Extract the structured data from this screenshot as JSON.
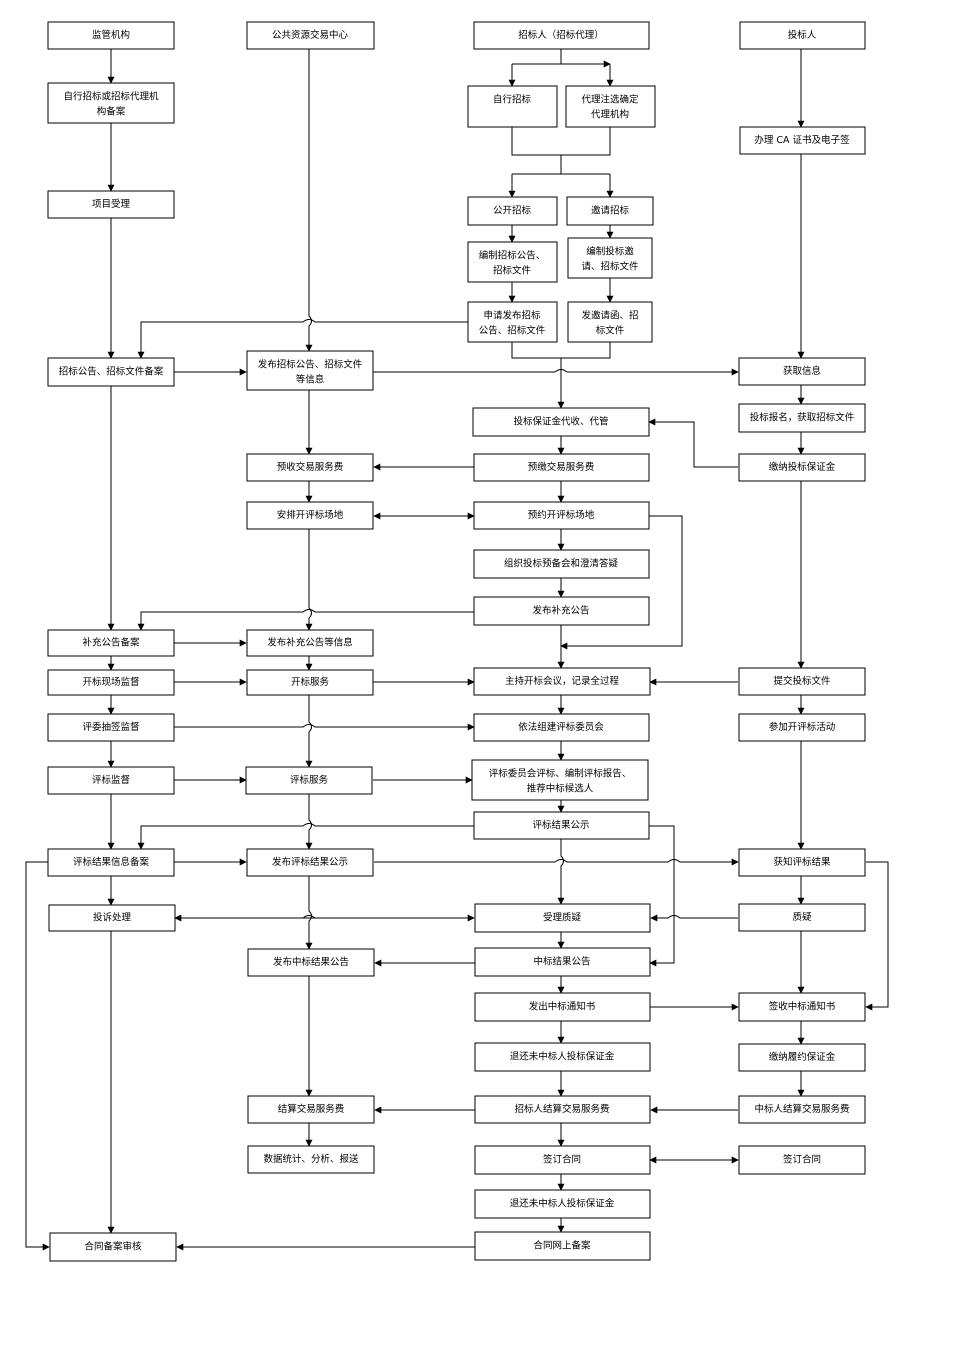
{
  "columns": {
    "supervisor": "监管机构",
    "trading_center": "公共资源交易中心",
    "tenderer": "招标人（招标代理）",
    "bidder": "投标人"
  },
  "supervisor": {
    "filing_line1": "自行招标或招标代理机",
    "filing_line2": "构备案",
    "acceptance": "项目受理",
    "notice_filing": "招标公告、招标文件备案",
    "supplement_filing": "补充公告备案",
    "opening_supervision": "开标现场监督",
    "expert_draw": "评委抽签监督",
    "evaluation_supervision": "评标监督",
    "result_filing": "评标结果信息备案",
    "complaint": "投诉处理",
    "contract_review": "合同备案审核"
  },
  "center": {
    "publish_line1": "发布招标公告、招标文件",
    "publish_line2": "等信息",
    "prepay_collect": "预收交易服务费",
    "arrange_venue": "安排开评标场地",
    "publish_supplement": "发布补充公告等信息",
    "opening_service": "开标服务",
    "evaluation_service": "评标服务",
    "publish_result": "发布评标结果公示",
    "publish_award": "发布中标结果公告",
    "settle_fee": "结算交易服务费",
    "statistics": "数据统计、分析、报送"
  },
  "tenderer": {
    "self_tender": "自行招标",
    "agent_line1": "代理注选确定",
    "agent_line2": "代理机构",
    "open_tender": "公开招标",
    "invite_tender": "邀请招标",
    "prepare_open_line1": "编制招标公告、",
    "prepare_open_line2": "招标文件",
    "prepare_invite_line1": "编制投标邀",
    "prepare_invite_line2": "请、招标文件",
    "apply_publish_line1": "申请发布招标",
    "apply_publish_line2": "公告、招标文件",
    "send_invite_line1": "发邀请函、招",
    "send_invite_line2": "标文件",
    "deposit_agency": "投标保证金代收、代管",
    "prepay_fee": "预缴交易服务费",
    "book_venue": "预约开评标场地",
    "pre_bid_meeting": "组织投标预备会和澄清答疑",
    "supplement_notice": "发布补充公告",
    "host_opening": "主持开标会议，记录全过程",
    "form_committee": "依法组建评标委员会",
    "evaluate_line1": "评标委员会评标、编制评标报告、",
    "evaluate_line2": "推荐中标候选人",
    "result_publicity": "评标结果公示",
    "accept_query": "受理质疑",
    "award_notice": "中标结果公告",
    "issue_notice": "发出中标通知书",
    "refund_deposit": "退还未中标人投标保证金",
    "pay_fee": "招标人结算交易服务费",
    "sign_contract": "签订合同",
    "refund_deposit2": "退还未中标人投标保证金",
    "contract_online": "合同网上备案"
  },
  "bidder": {
    "ca_line1": "办理 CA 证书及电子签",
    "ca_line2": "",
    "get_info": "获取信息",
    "register": "投标报名，获取招标文件",
    "pay_deposit": "缴纳投标保证金",
    "submit": "提交投标文件",
    "attend": "参加开评标活动",
    "learn_result": "获知评标结果",
    "query": "质疑",
    "receive_notice": "签收中标通知书",
    "performance_bond": "缴纳履约保证金",
    "winner_fee": "中标人结算交易服务费",
    "sign_contract": "签订合同"
  }
}
